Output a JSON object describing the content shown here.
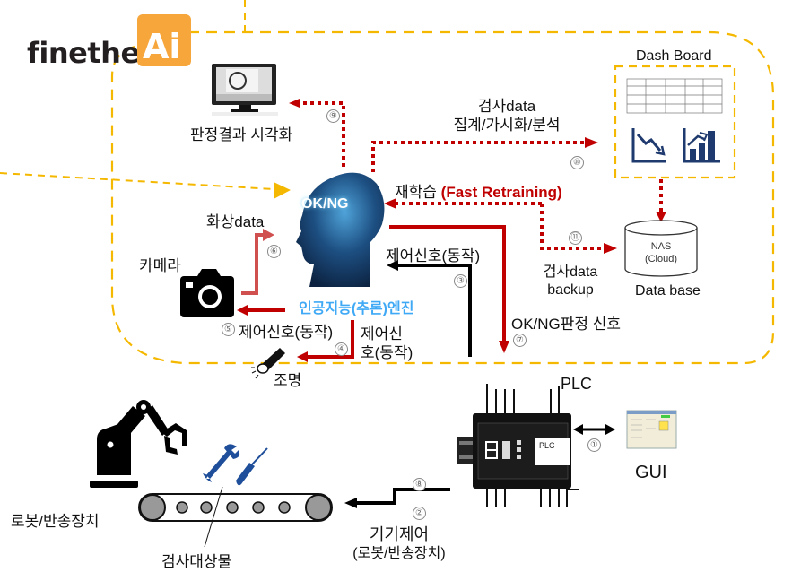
{
  "brand": {
    "name_text": "finethe",
    "badge_text": "Ai",
    "badge_color": "#f6a63b"
  },
  "colors": {
    "zone_border": "#f5b800",
    "signal_red": "#c00000",
    "signal_black": "#000000",
    "ai_engine_blue": "#3fa9f5",
    "dashboard_navy": "#1f3a6e"
  },
  "nodes": {
    "monitor_label": "판정결과 시각화",
    "ai_engine_badge": "OK/NG",
    "ai_engine_label": "인공지능(추론)엔진",
    "camera_label": "카메라",
    "image_data_label": "화상data",
    "light_label": "조명",
    "dashboard_title": "Dash Board",
    "nas_line1": "NAS",
    "nas_line2": "(Cloud)",
    "database_label": "Data base",
    "plc_label": "PLC",
    "plc_screen_text": "PLC",
    "gui_label": "GUI",
    "robot_label": "로봇/반송장치",
    "inspection_object_label": "검사대상물",
    "device_control_line1": "기기제어",
    "device_control_line2": "(로봇/반송장치)"
  },
  "flows": {
    "aggregate_line1": "검사data",
    "aggregate_line2": "집계/가시화/분석",
    "retrain_prefix": "재학습",
    "retrain_emphasis": "(Fast Retraining)",
    "control_signal_3": "제어신호(동작)",
    "backup_line1": "검사data",
    "backup_line2": "backup",
    "okng_signal": "OK/NG판정 신호",
    "control_signal_5": "제어신호(동작)",
    "control_signal_4_line1": "제어신",
    "control_signal_4_line2": "호(동작)"
  },
  "step_numbers": {
    "s1": "①",
    "s2": "②",
    "s3": "③",
    "s4": "④",
    "s5": "⑤",
    "s6": "⑥",
    "s7": "⑦",
    "s8": "⑧",
    "s9": "⑨",
    "s10": "⑩",
    "s11": "⑪"
  }
}
